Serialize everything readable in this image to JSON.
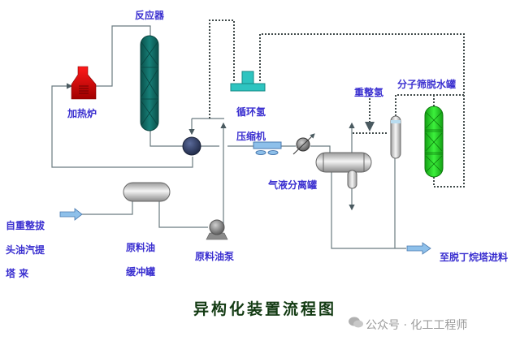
{
  "title": "异构化装置流程图",
  "watermark": "公众号 · 化工工程师",
  "labels": {
    "reactor": "反应器",
    "furnace": "加热炉",
    "recycle_h2": "循环氢",
    "compressor": "压缩机",
    "reformer_h2": "重整氢",
    "mol_sieve": "分子筛脱水罐",
    "separator": "气液分离罐",
    "feed_source_1": "自重整拔",
    "feed_source_2": "头油汽提",
    "feed_source_3": "塔 来",
    "buffer_tank_1": "原料油",
    "buffer_tank_2": "缓冲罐",
    "feed_pump": "原料油泵",
    "product_out": "至脱丁烷塔进料"
  },
  "colors": {
    "label": "#3a2fd0",
    "reactor": "#0f6b63",
    "furnace": "#d40000",
    "dryer": "#22cc22",
    "compressor": "#2ec4c0",
    "arrow": "#8ec0ea",
    "line": "#6b7b80"
  }
}
